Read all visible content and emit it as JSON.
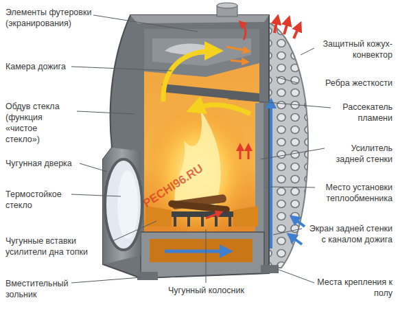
{
  "diagram": {
    "labels": [
      "Элементы футеровки (экранирования)",
      "Камера дожига",
      "Обдув стекла (функция «чистое стекло»)",
      "Чугунная дверка",
      "Термостойкое стекло",
      "Чугунные вставки усилители дна топки",
      "Вместительный зольник",
      "Чугунный колосник",
      "Защитный кожух-конвектор",
      "Ребра жесткости",
      "Рассекатель пламени",
      "Усилитель задней стенки",
      "Место установки теплообменника",
      "Экран задней стенки с каналом дожига",
      "Места крепления к полу",
      "PECHI96.RU"
    ]
  }
}
